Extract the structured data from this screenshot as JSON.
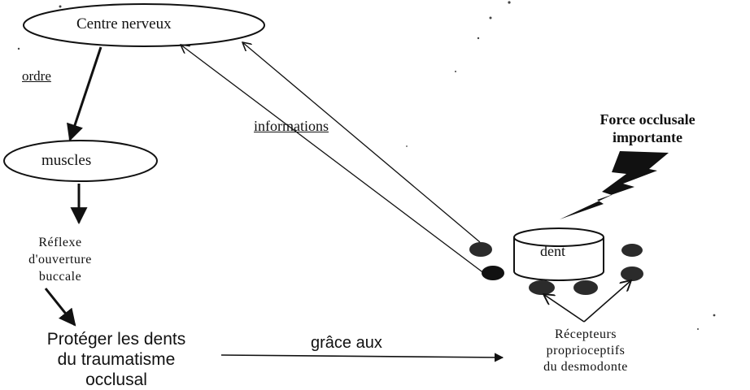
{
  "nodes": {
    "centre_nerveux": "Centre nerveux",
    "muscles": "muscles",
    "reflexe": [
      "Réflexe",
      "d'ouverture",
      "buccale"
    ],
    "proteger": [
      "Protéger les dents",
      "du traumatisme",
      "occlusal"
    ],
    "dent": "dent",
    "force": [
      "Force occlusale",
      "importante"
    ],
    "recepteurs": [
      "Récepteurs",
      "proprioceptifs",
      "du desmodonte"
    ]
  },
  "edges": {
    "ordre": "ordre",
    "informations": "informations",
    "grace_aux": "grâce aux"
  },
  "colors": {
    "ink": "#111111",
    "receptor": "#2b2b2b",
    "lightning": "#111111"
  }
}
